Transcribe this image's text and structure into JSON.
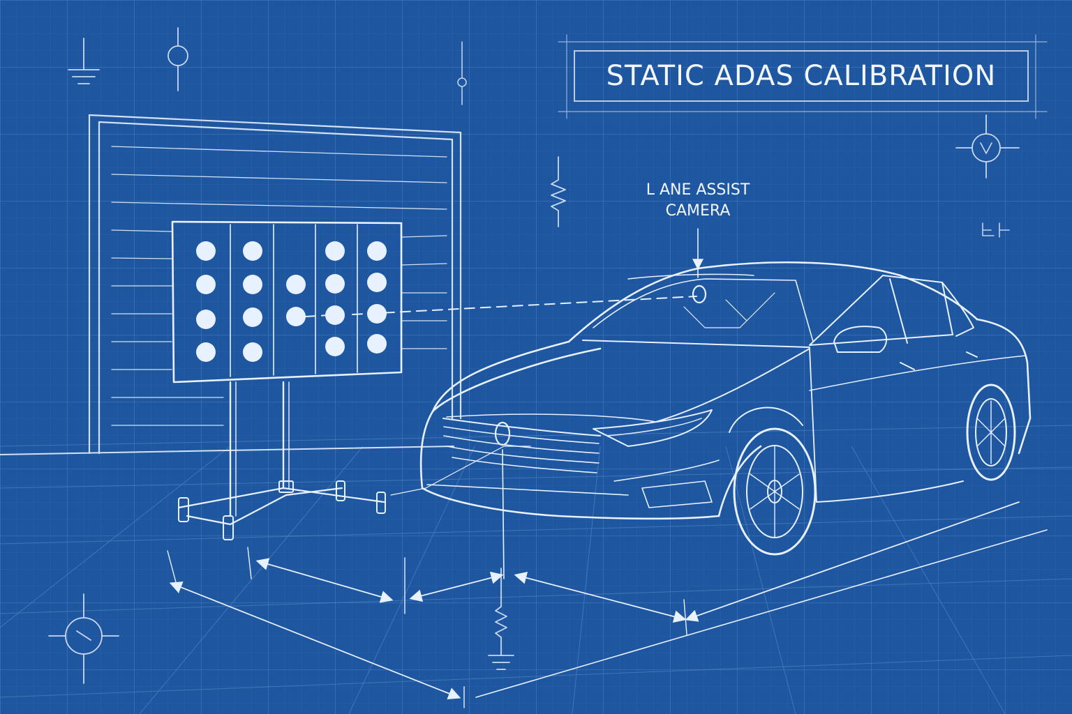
{
  "title": "STATIC ADAS CALIBRATION",
  "callout": {
    "line1": "L ANE ASSIST",
    "line2": "CAMERA"
  },
  "colors": {
    "background": "#1e56a0",
    "line": "#e8f1ff",
    "grid": "#3a6fb4"
  },
  "target_board": {
    "columns": 5,
    "dots_per_column": [
      4,
      4,
      2,
      4,
      4
    ]
  }
}
